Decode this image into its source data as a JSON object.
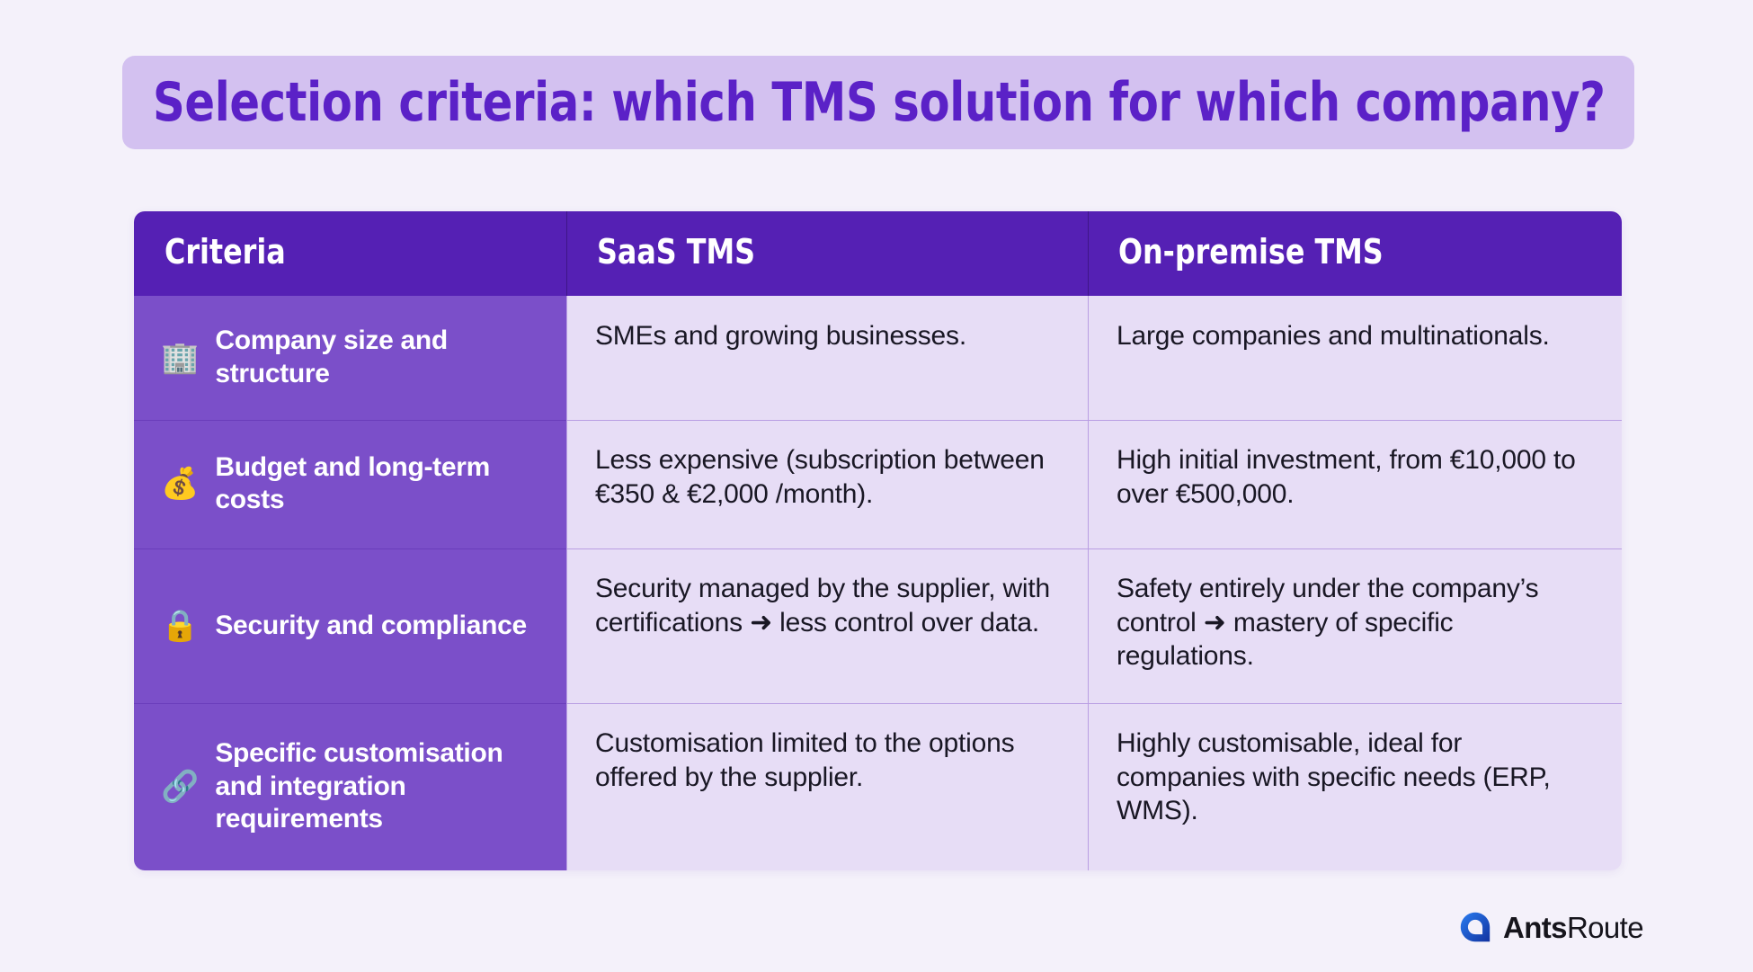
{
  "page": {
    "background_color": "#f4f1fa"
  },
  "title": {
    "text": "Selection criteria: which TMS solution for which company?",
    "band_color": "#d3c1f0",
    "text_color": "#5b21c7"
  },
  "table": {
    "header_bg": "#5520b4",
    "criteria_col_bg": "#7b4fc9",
    "data_col_bg": "#e7ddf6",
    "headers": [
      {
        "label": "Criteria"
      },
      {
        "label": "SaaS TMS"
      },
      {
        "label": "On-premise TMS"
      }
    ],
    "rows": [
      {
        "icon": "🏢",
        "icon_name": "office-building-icon",
        "criteria": "Company size and structure",
        "saas": "SMEs and growing businesses.",
        "onpremise": "Large companies and multinationals."
      },
      {
        "icon": "💰",
        "icon_name": "money-bag-icon",
        "criteria": "Budget and long-term costs",
        "saas": "Less expensive (subscription between €350 & €2,000 /month).",
        "onpremise": "High initial investment, from €10,000 to over €500,000."
      },
      {
        "icon": "🔒",
        "icon_name": "lock-icon",
        "criteria": "Security and compliance",
        "saas": "Security managed by the supplier, with certifications ➜ less control over data.",
        "onpremise": "Safety entirely under the company’s control ➜ mastery of specific regulations."
      },
      {
        "icon": "🔗",
        "icon_name": "link-chain-icon",
        "criteria": "Specific customisation and integration requirements",
        "saas": "Customisation limited to the options offered by the supplier.",
        "onpremise": "Highly customisable, ideal for companies with specific needs (ERP, WMS)."
      }
    ]
  },
  "logo": {
    "brand_bold": "Ants",
    "brand_light": "Route",
    "mark_color": "#1d5fe0",
    "mark_color_dark": "#153fa8"
  }
}
